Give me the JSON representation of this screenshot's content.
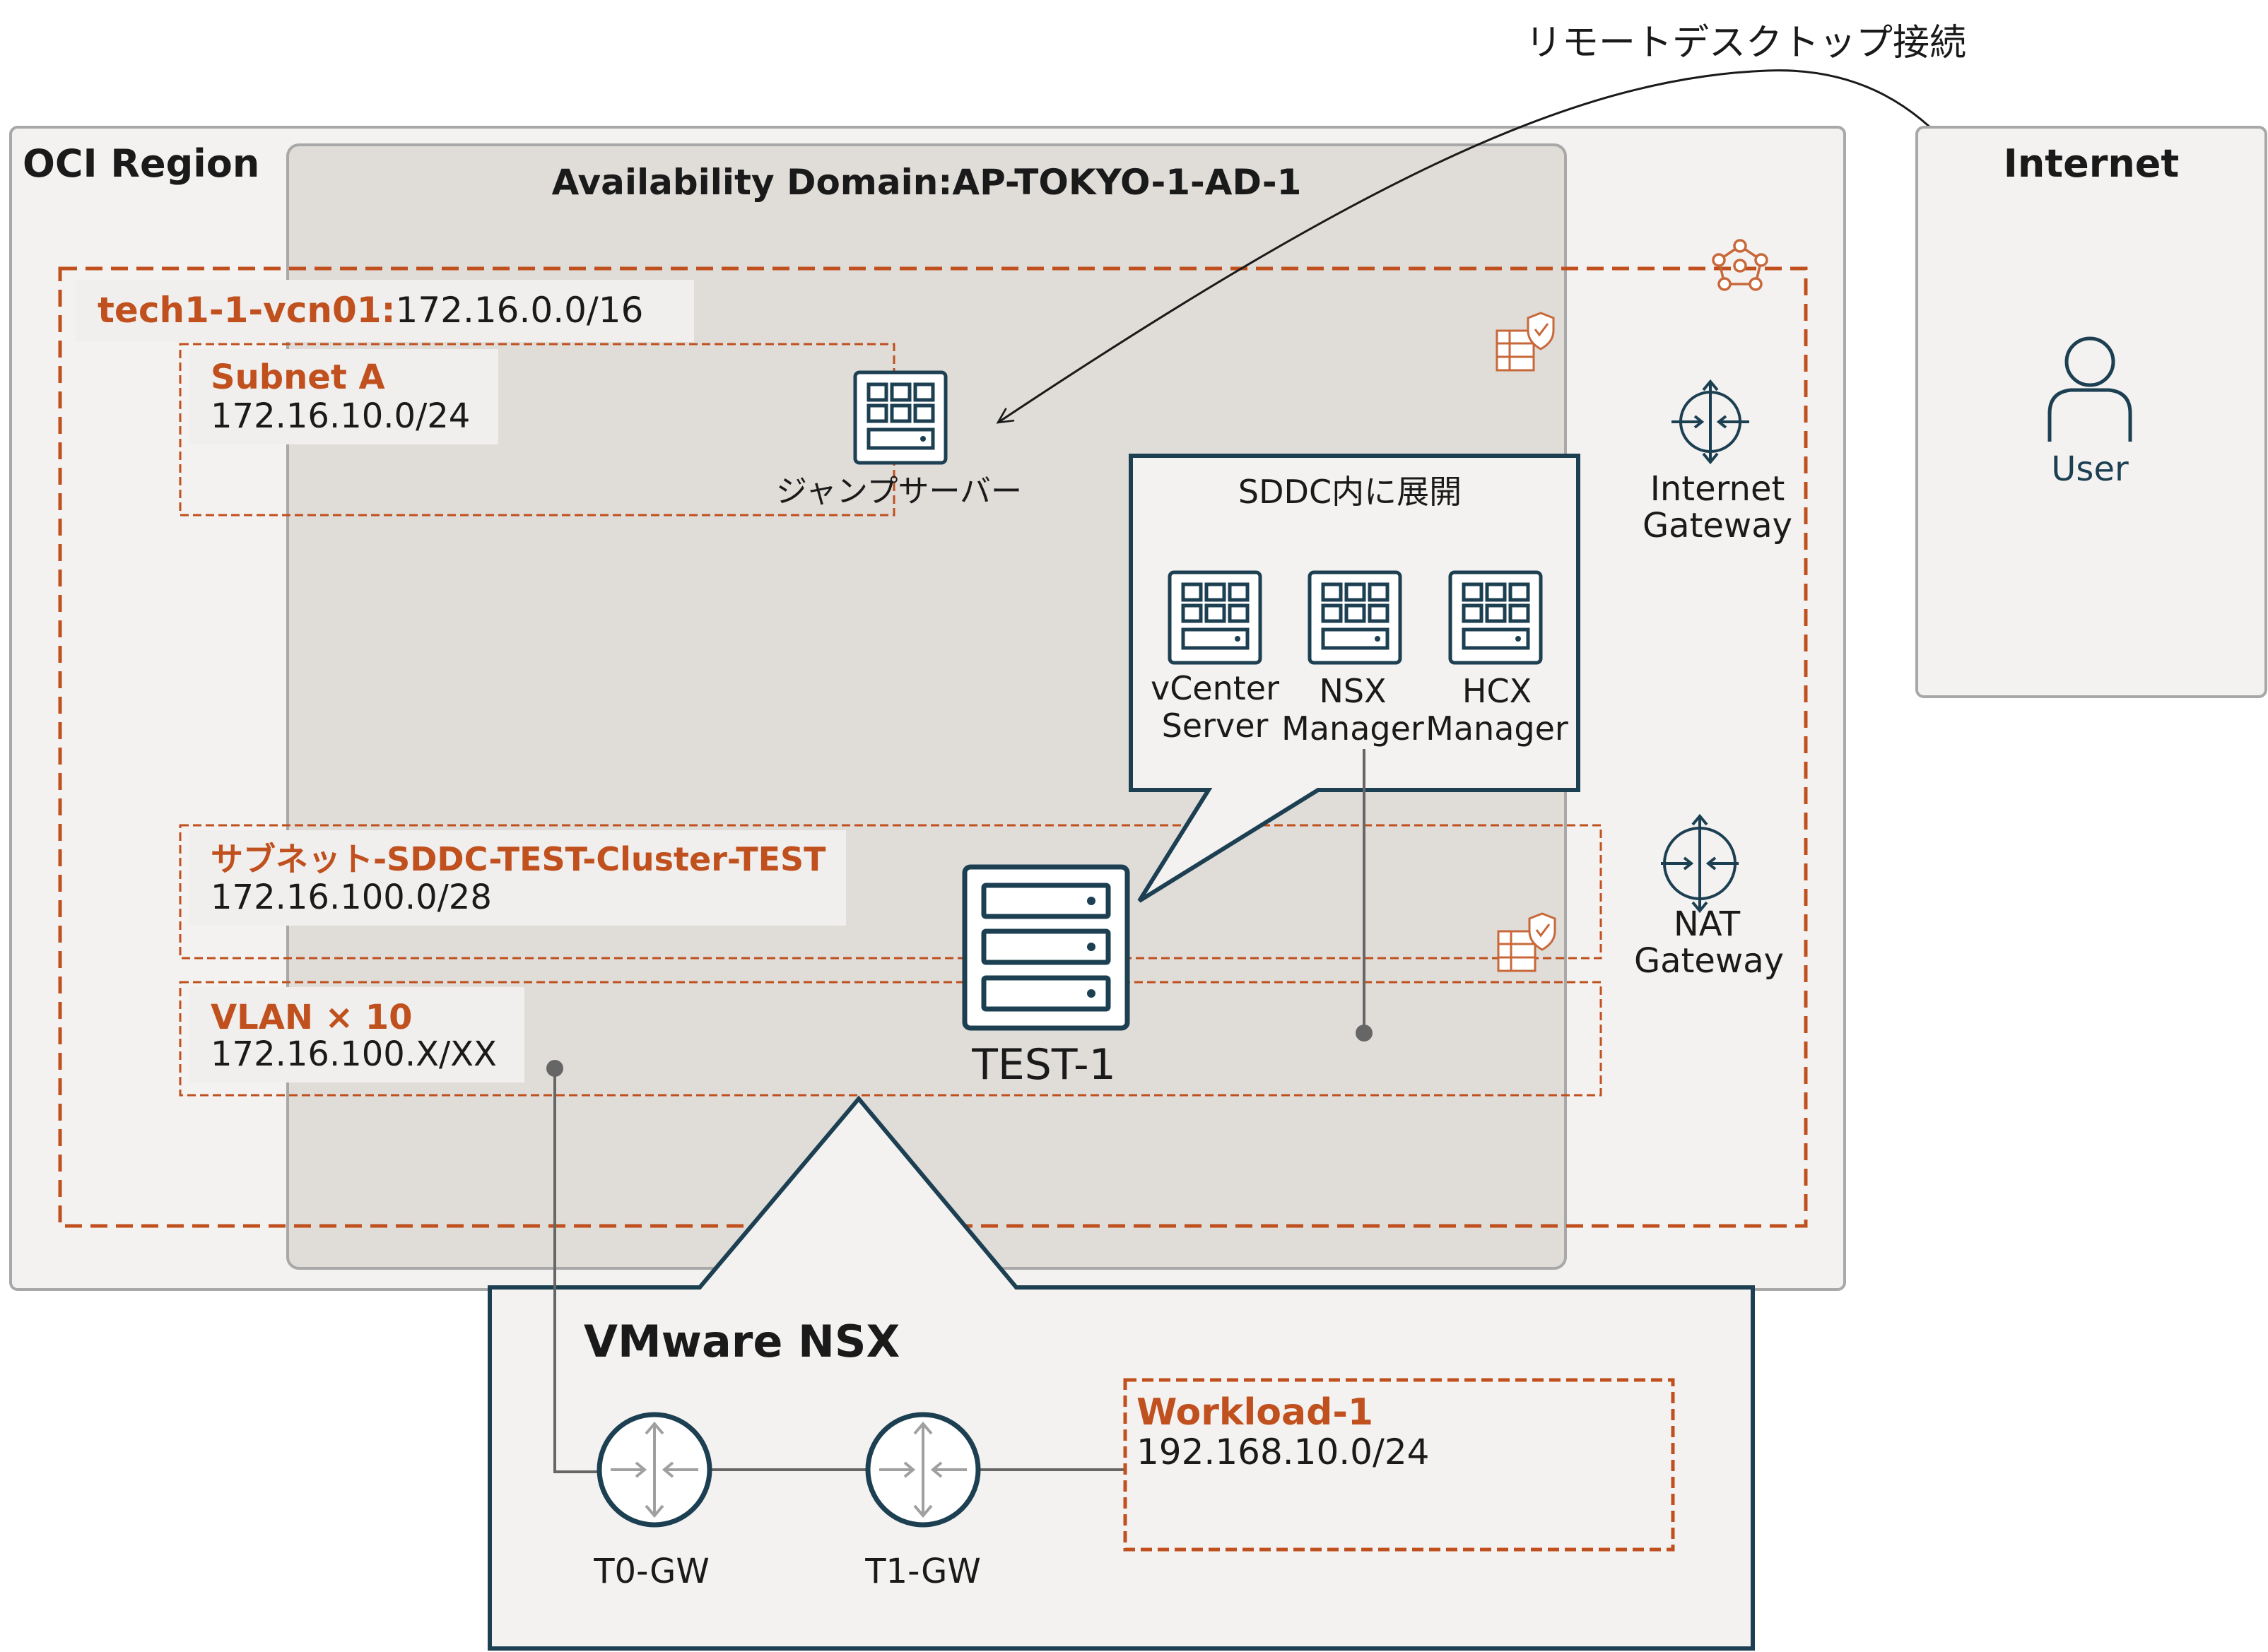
{
  "remote_desktop_label": "リモートデスクトップ接続",
  "oci_region": {
    "title": "OCI Region"
  },
  "availability_domain": {
    "title": "Availability Domain:AP-TOKYO-1-AD-1"
  },
  "vcn": {
    "name": "tech1-1-vcn01:",
    "cidr": "172.16.0.0/16"
  },
  "subnet_a": {
    "name": "Subnet A",
    "cidr": "172.16.10.0/24"
  },
  "jump_server": {
    "label": "ジャンプサーバー"
  },
  "sddc_callout": {
    "title": "SDDC内に展開",
    "servers": [
      {
        "line1": "vCenter",
        "line2": "Server"
      },
      {
        "line1": "NSX",
        "line2": "Manager"
      },
      {
        "line1": "HCX",
        "line2": "Manager"
      }
    ]
  },
  "sddc_subnet": {
    "name": "サブネット-SDDC-TEST-Cluster-TEST",
    "cidr": "172.16.100.0/28"
  },
  "vlan": {
    "name": "VLAN × 10",
    "cidr": "172.16.100.X/XX"
  },
  "test_host": {
    "label": "TEST-1"
  },
  "internet_gateway": {
    "line1": "Internet",
    "line2": "Gateway"
  },
  "nat_gateway": {
    "line1": "NAT",
    "line2": "Gateway"
  },
  "internet": {
    "title": "Internet",
    "user_label": "User"
  },
  "nsx": {
    "title": "VMware NSX",
    "workload": {
      "name": "Workload-1",
      "cidr": "192.168.10.0/24"
    },
    "t0_label": "T0-GW",
    "t1_label": "T1-GW"
  },
  "colors": {
    "orange": "#C0501E",
    "dark_teal": "#1C3F52",
    "icon_orange": "#C8683A",
    "region_bg": "#F3F2F0",
    "ad_bg": "#E0DDD9",
    "gray_border": "#9E9E9E"
  }
}
